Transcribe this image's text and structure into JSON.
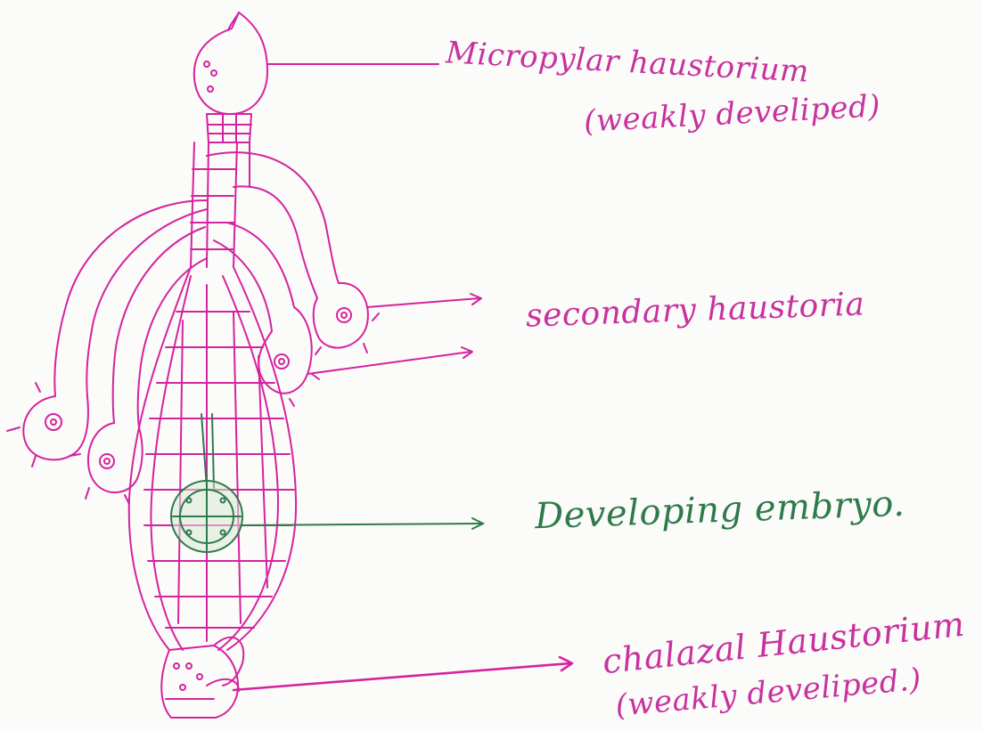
{
  "labels": {
    "micropylar_line1": "Micropylar haustorium",
    "micropylar_line2": "(weakly develiped)",
    "secondary": "secondary haustoria",
    "embryo": "Developing embryo.",
    "chalazal_line1": "chalazal Haustorium",
    "chalazal_line2": "(weakly develiped.)"
  },
  "colors": {
    "pink_ink": "#d5239f",
    "green_ink": "#2f7a4a",
    "paper": "#fbfbf9"
  }
}
